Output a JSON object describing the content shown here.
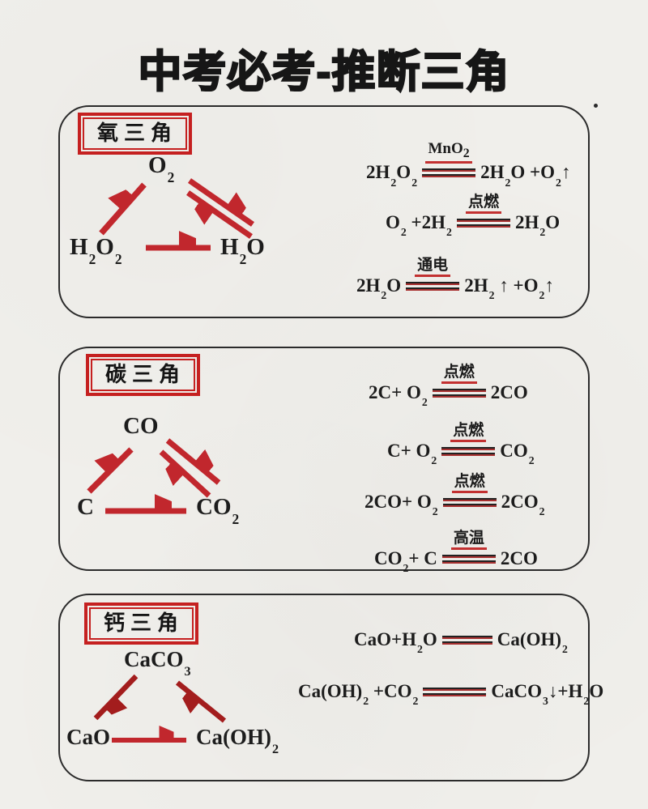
{
  "page": {
    "title": "中考必考-推断三角",
    "colors": {
      "background": "#f0efeb",
      "ink": "#1c1c1c",
      "arrow_red": "#c1272d",
      "arrow_red_dark": "#a31d1d",
      "label_box_red": "#c52020",
      "equals_bar_dark": "#212121",
      "equals_bar_red": "#a83030"
    }
  },
  "sections": [
    {
      "label": "氧三角",
      "triangle": {
        "top": "O_2",
        "left": "H_2O_2",
        "right": "H_2O"
      },
      "arrows": [
        "left-to-top",
        "top-to-right",
        "right-to-top",
        "left-to-right"
      ],
      "equations": [
        {
          "left": "2H_2O_2",
          "cond": "MnO_2",
          "right": "2H_2O +O_2↑"
        },
        {
          "left": "O_2 +2H_2",
          "cond": "点燃",
          "right": "2H_2O"
        },
        {
          "left": "2H_2O",
          "cond": "通电",
          "right": "2H_2 ↑ +O_2↑"
        }
      ]
    },
    {
      "label": "碳三角",
      "triangle": {
        "top": "CO",
        "left": "C",
        "right": "CO_2"
      },
      "arrows": [
        "left-to-top",
        "top-to-right",
        "right-to-top",
        "left-to-right"
      ],
      "equations": [
        {
          "left": "2C+ O_2",
          "cond": "点燃",
          "right": "2CO"
        },
        {
          "left": "C+ O_2",
          "cond": "点燃",
          "right": "CO_2"
        },
        {
          "left": "2CO+ O_2",
          "cond": "点燃",
          "right": "2CO_2"
        },
        {
          "left": "CO_2+ C",
          "cond": "高温",
          "right": "2CO"
        }
      ]
    },
    {
      "label": "钙三角",
      "triangle": {
        "top": "CaCO_3",
        "left": "CaO",
        "right": "Ca(OH)_2"
      },
      "arrows": [
        "top-to-left",
        "right-to-top",
        "left-to-right"
      ],
      "equations": [
        {
          "left": "CaO+H_2O",
          "cond": "",
          "right": "Ca(OH)_2"
        },
        {
          "left": "Ca(OH)_2 +CO_2",
          "cond": "",
          "right": "CaCO_3↓+H_2O"
        }
      ]
    }
  ]
}
